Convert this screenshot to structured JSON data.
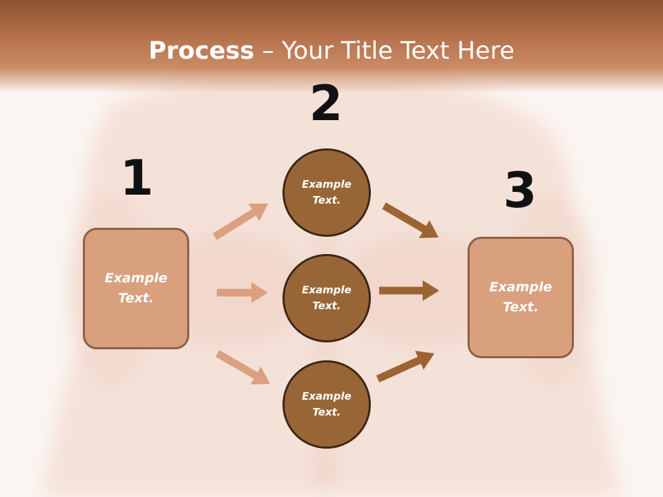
{
  "slide": {
    "title_bold": "Process",
    "title_rest": " – Your Title Text Here"
  },
  "steps": {
    "one": "1",
    "two": "2",
    "three": "3"
  },
  "left_box": {
    "text": "Example Text."
  },
  "right_box": {
    "text": "Example Text."
  },
  "circles": [
    {
      "text": "Example Text."
    },
    {
      "text": "Example Text."
    },
    {
      "text": "Example Text."
    }
  ],
  "colors": {
    "header": "#b5724c",
    "box_fill": "#d9a07e",
    "box_border": "#8f5f44",
    "circle_fill": "#986636",
    "circle_border": "#3d2616",
    "arrow_light": "#daa07f",
    "arrow_dark": "#9c6432"
  }
}
